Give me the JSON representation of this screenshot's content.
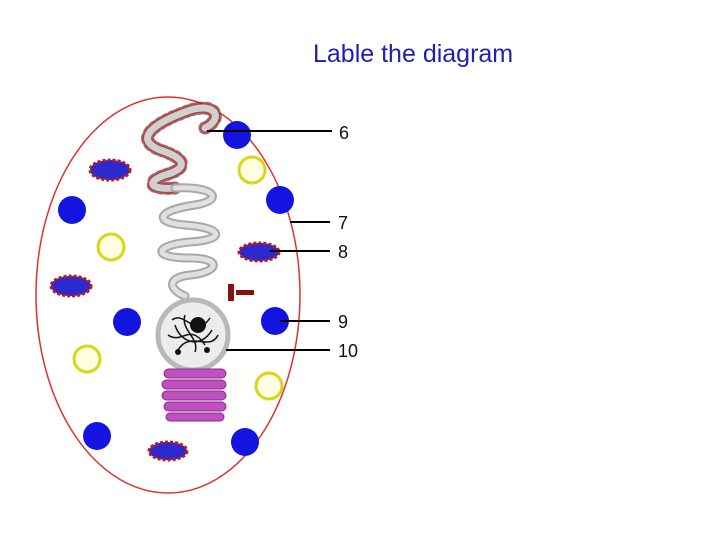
{
  "slide": {
    "title": "Lable the diagram"
  },
  "labels": [
    "6",
    "7",
    "8",
    "9",
    "10"
  ],
  "colors": {
    "title": "#1f1fb0",
    "cell_membrane": "#e03030",
    "vesicle_blue": "#1414e0",
    "vesicle_yellow": "#d6d61a",
    "mitochondria_fill": "#2a2ad0",
    "mitochondria_outline": "#c01818",
    "er": "#b8b8b8",
    "golgi": "#c050c0",
    "centriole": "#8a1010"
  }
}
